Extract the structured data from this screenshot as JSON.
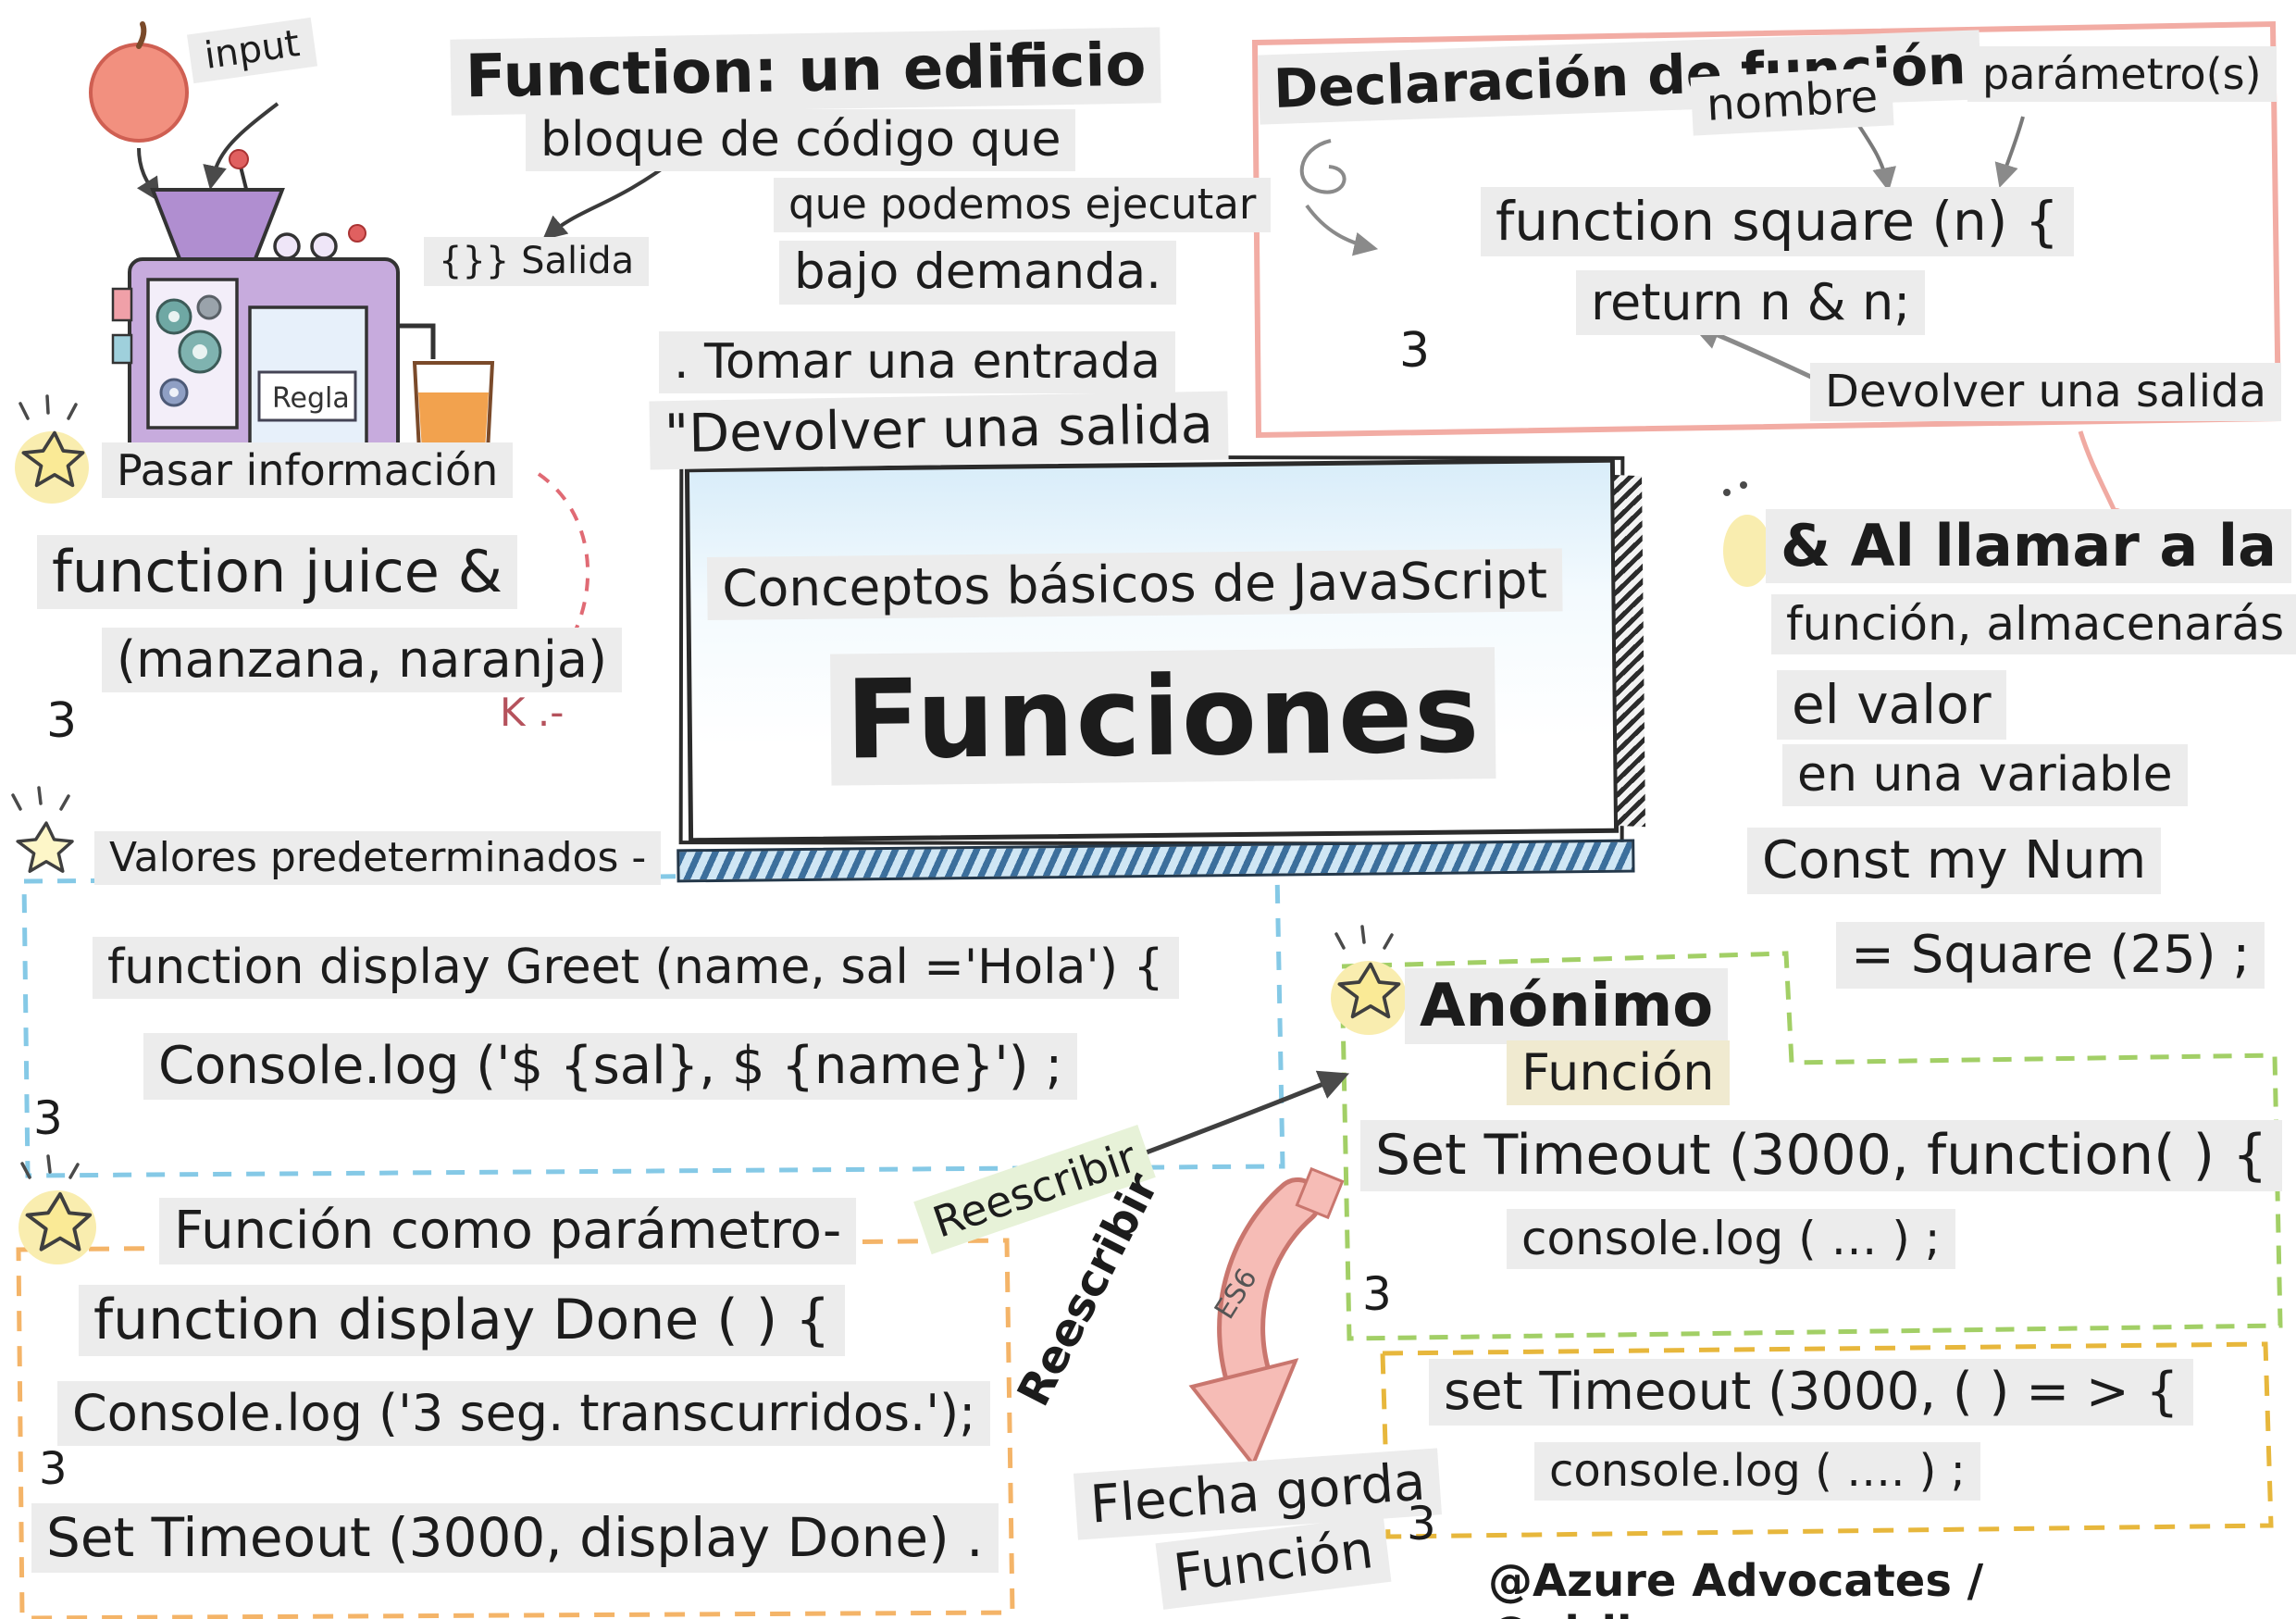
{
  "machine": {
    "input": "input",
    "salida": "{}} Salida",
    "regla": "Regla"
  },
  "definition": {
    "title": "Function: un edificio",
    "line2": "bloque de código que",
    "line3": "que podemos ejecutar",
    "line4": "bajo demanda.",
    "line5": ". Tomar una entrada",
    "line6": "\"Devolver una salida"
  },
  "declaracion": {
    "title": "Declaración de función",
    "label_nombre": "nombre",
    "label_parametros": "parámetro(s)",
    "code_line1": "function square (n) {",
    "code_line2": "return n & n;",
    "closing_brace": "3",
    "label_devolver": "Devolver una salida"
  },
  "pasar_informacion": {
    "title": "Pasar información",
    "code_line1": "function juice &",
    "code_line2": "(manzana, naranja)",
    "closing_brace": "3",
    "note": "K .-"
  },
  "center": {
    "subtitle": "Conceptos básicos de JavaScript",
    "title": "Funciones"
  },
  "llamar_funcion": {
    "line1": "& Al llamar a la",
    "line2": "función, almacenarás",
    "line3": "el valor",
    "line4": "en una variable",
    "code_line1": "Const my Num",
    "code_line2": "= Square (25) ;"
  },
  "valores_predeterminados": {
    "title": "Valores predeterminados -",
    "code_line1": "function display Greet (name, sal ='Hola') {",
    "code_line2": "Console.log ('$ {sal}, $ {name}') ;",
    "closing_brace": "3"
  },
  "funcion_como_parametro": {
    "title": "Función como parámetro-",
    "code_line1": "function display Done ( ) {",
    "code_line2": "Console.log ('3 seg. transcurridos.');",
    "closing_brace": "3",
    "code_line3": "Set Timeout (3000, display Done) ."
  },
  "reescribir": {
    "label1": "Reescribir",
    "label2": "Reescribir",
    "es6": "ES6",
    "flecha_line1": "Flecha gorda",
    "flecha_line2": "Función"
  },
  "anonimo": {
    "title": "Anónimo",
    "subtitle": "Función",
    "code_line1": "Set Timeout (3000, function( ) {",
    "code_line2": "console.log ( … ) ;",
    "closing_brace": "3"
  },
  "flecha_funcion": {
    "code_line1": "set Timeout (3000, ( ) = > {",
    "code_line2": "console.log ( …. ) ;",
    "closing_brace": "3"
  },
  "colors": {
    "pink_box": "#f2aca4",
    "blue_box": "#85c9e6",
    "orange_box": "#f4b468",
    "green_box": "#a2cf66",
    "yellow_box": "#e7b73c",
    "highlight": "#ececec"
  },
  "credit": "@Azure Advocates / @girlie_mac"
}
